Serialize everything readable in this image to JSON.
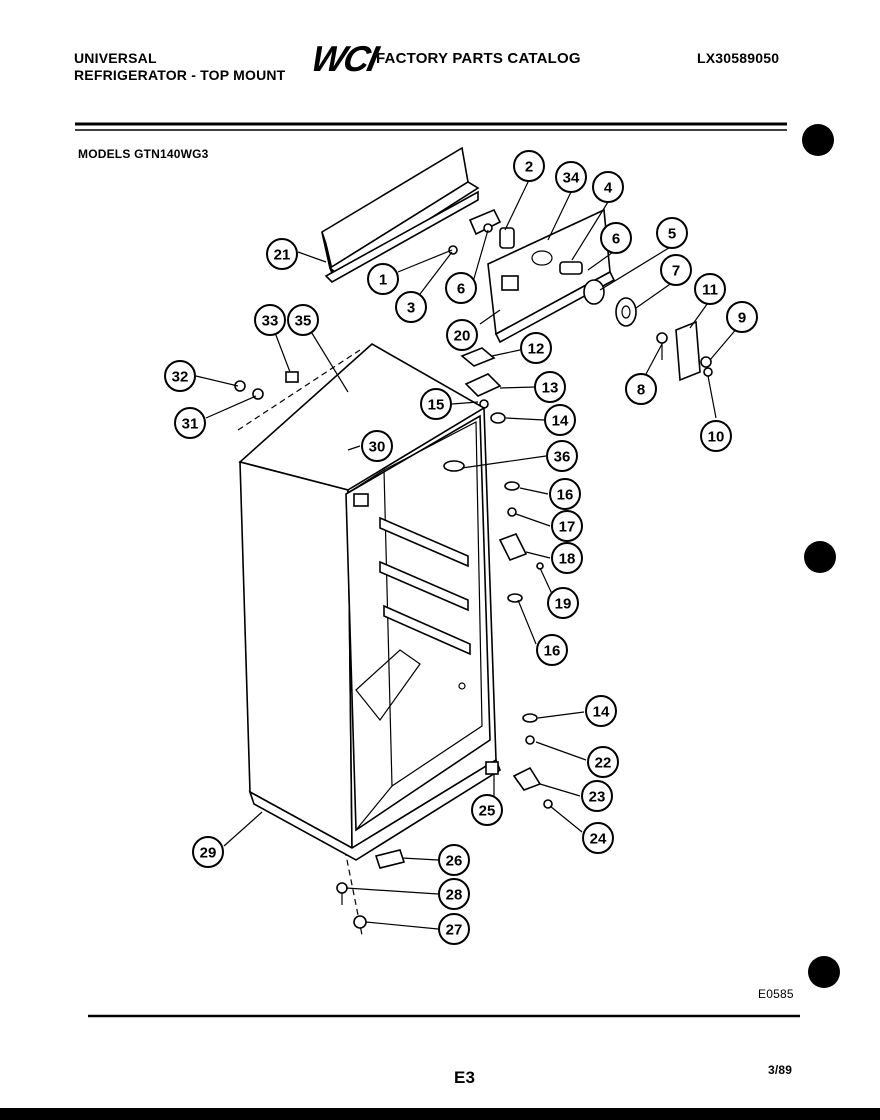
{
  "header": {
    "line1": "UNIVERSAL",
    "line2": "REFRIGERATOR - TOP MOUNT",
    "logo_text": "WCI",
    "catalog_title": "FACTORY PARTS CATALOG",
    "catalog_number": "LX30589050",
    "models": "MODELS GTN140WG3"
  },
  "footer": {
    "ref_code": "E0585",
    "page": "E3",
    "date": "3/89"
  },
  "callouts": [
    {
      "label": "2"
    },
    {
      "label": "34"
    },
    {
      "label": "4"
    },
    {
      "label": "6"
    },
    {
      "label": "5"
    },
    {
      "label": "21"
    },
    {
      "label": "1"
    },
    {
      "label": "6"
    },
    {
      "label": "7"
    },
    {
      "label": "11"
    },
    {
      "label": "3"
    },
    {
      "label": "20"
    },
    {
      "label": "9"
    },
    {
      "label": "33"
    },
    {
      "label": "35"
    },
    {
      "label": "12"
    },
    {
      "label": "32"
    },
    {
      "label": "13"
    },
    {
      "label": "8"
    },
    {
      "label": "15"
    },
    {
      "label": "14"
    },
    {
      "label": "31"
    },
    {
      "label": "10"
    },
    {
      "label": "30"
    },
    {
      "label": "36"
    },
    {
      "label": "16"
    },
    {
      "label": "17"
    },
    {
      "label": "18"
    },
    {
      "label": "19"
    },
    {
      "label": "16"
    },
    {
      "label": "14"
    },
    {
      "label": "22"
    },
    {
      "label": "23"
    },
    {
      "label": "25"
    },
    {
      "label": "24"
    },
    {
      "label": "29"
    },
    {
      "label": "26"
    },
    {
      "label": "28"
    },
    {
      "label": "27"
    }
  ]
}
